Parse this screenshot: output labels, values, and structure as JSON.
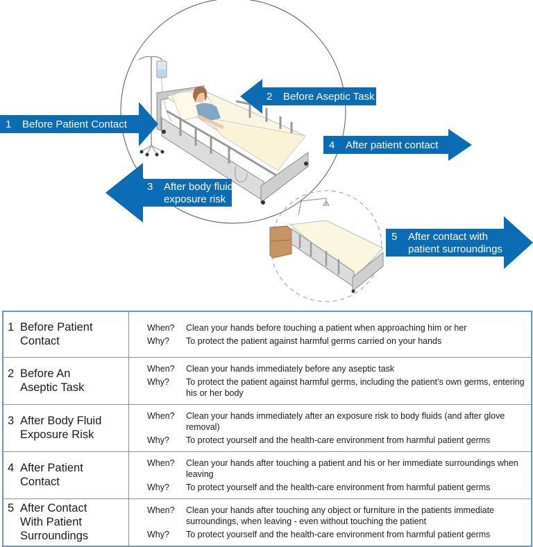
{
  "colors": {
    "arrow_blue": "#0a6db4",
    "table_border": "#5b9bd5",
    "text": "#1a1a1a"
  },
  "arrows": [
    {
      "number": "1",
      "lines": [
        "Before Patient Contact"
      ],
      "direction": "right"
    },
    {
      "number": "2",
      "lines": [
        "Before Aseptic Task"
      ],
      "direction": "left"
    },
    {
      "number": "3",
      "lines": [
        "After body fluid",
        "exposure risk"
      ],
      "direction": "left"
    },
    {
      "number": "4",
      "lines": [
        "After patient contact"
      ],
      "direction": "right"
    },
    {
      "number": "5",
      "lines": [
        "After contact with",
        "patient surroundings"
      ],
      "direction": "right"
    }
  ],
  "table": {
    "rows": [
      {
        "number": "1",
        "title": [
          "Before Patient",
          "Contact"
        ],
        "when_label": "When?",
        "when": "Clean your hands before touching a patient when approaching him or her",
        "why_label": "Why?",
        "why": "To protect the patient against harmful germs carried on your hands"
      },
      {
        "number": "2",
        "title": [
          "Before An",
          "Aseptic Task"
        ],
        "when_label": "When?",
        "when": "Clean your hands immediately before any aseptic task",
        "why_label": "Why?",
        "why": "To protect the patient against harmful germs, including the patient’s own germs, entering his or her body"
      },
      {
        "number": "3",
        "title": [
          "After Body Fluid",
          "Exposure Risk"
        ],
        "when_label": "When?",
        "when": "Clean your hands immediately after an exposure risk to body fluids (and after glove removal)",
        "why_label": "Why?",
        "why": "To protect yourself and the health-care environment from harmful patient germs"
      },
      {
        "number": "4",
        "title": [
          "After Patient",
          "Contact"
        ],
        "when_label": "When?",
        "when": "Clean your hands after touching a patient and his or her immediate surroundings when leaving",
        "why_label": "Why?",
        "why": "To protect yourself and the health-care environment from harmful patient germs"
      },
      {
        "number": "5",
        "title": [
          "After Contact",
          "With Patient",
          "Surroundings"
        ],
        "when_label": "When?",
        "when": "Clean your hands after touching any object or furniture in the patients immediate surroundings, when leaving - even without touching the patient",
        "why_label": "Why?",
        "why": "To protect yourself and the health-care environment from harmful patient germs"
      }
    ]
  }
}
